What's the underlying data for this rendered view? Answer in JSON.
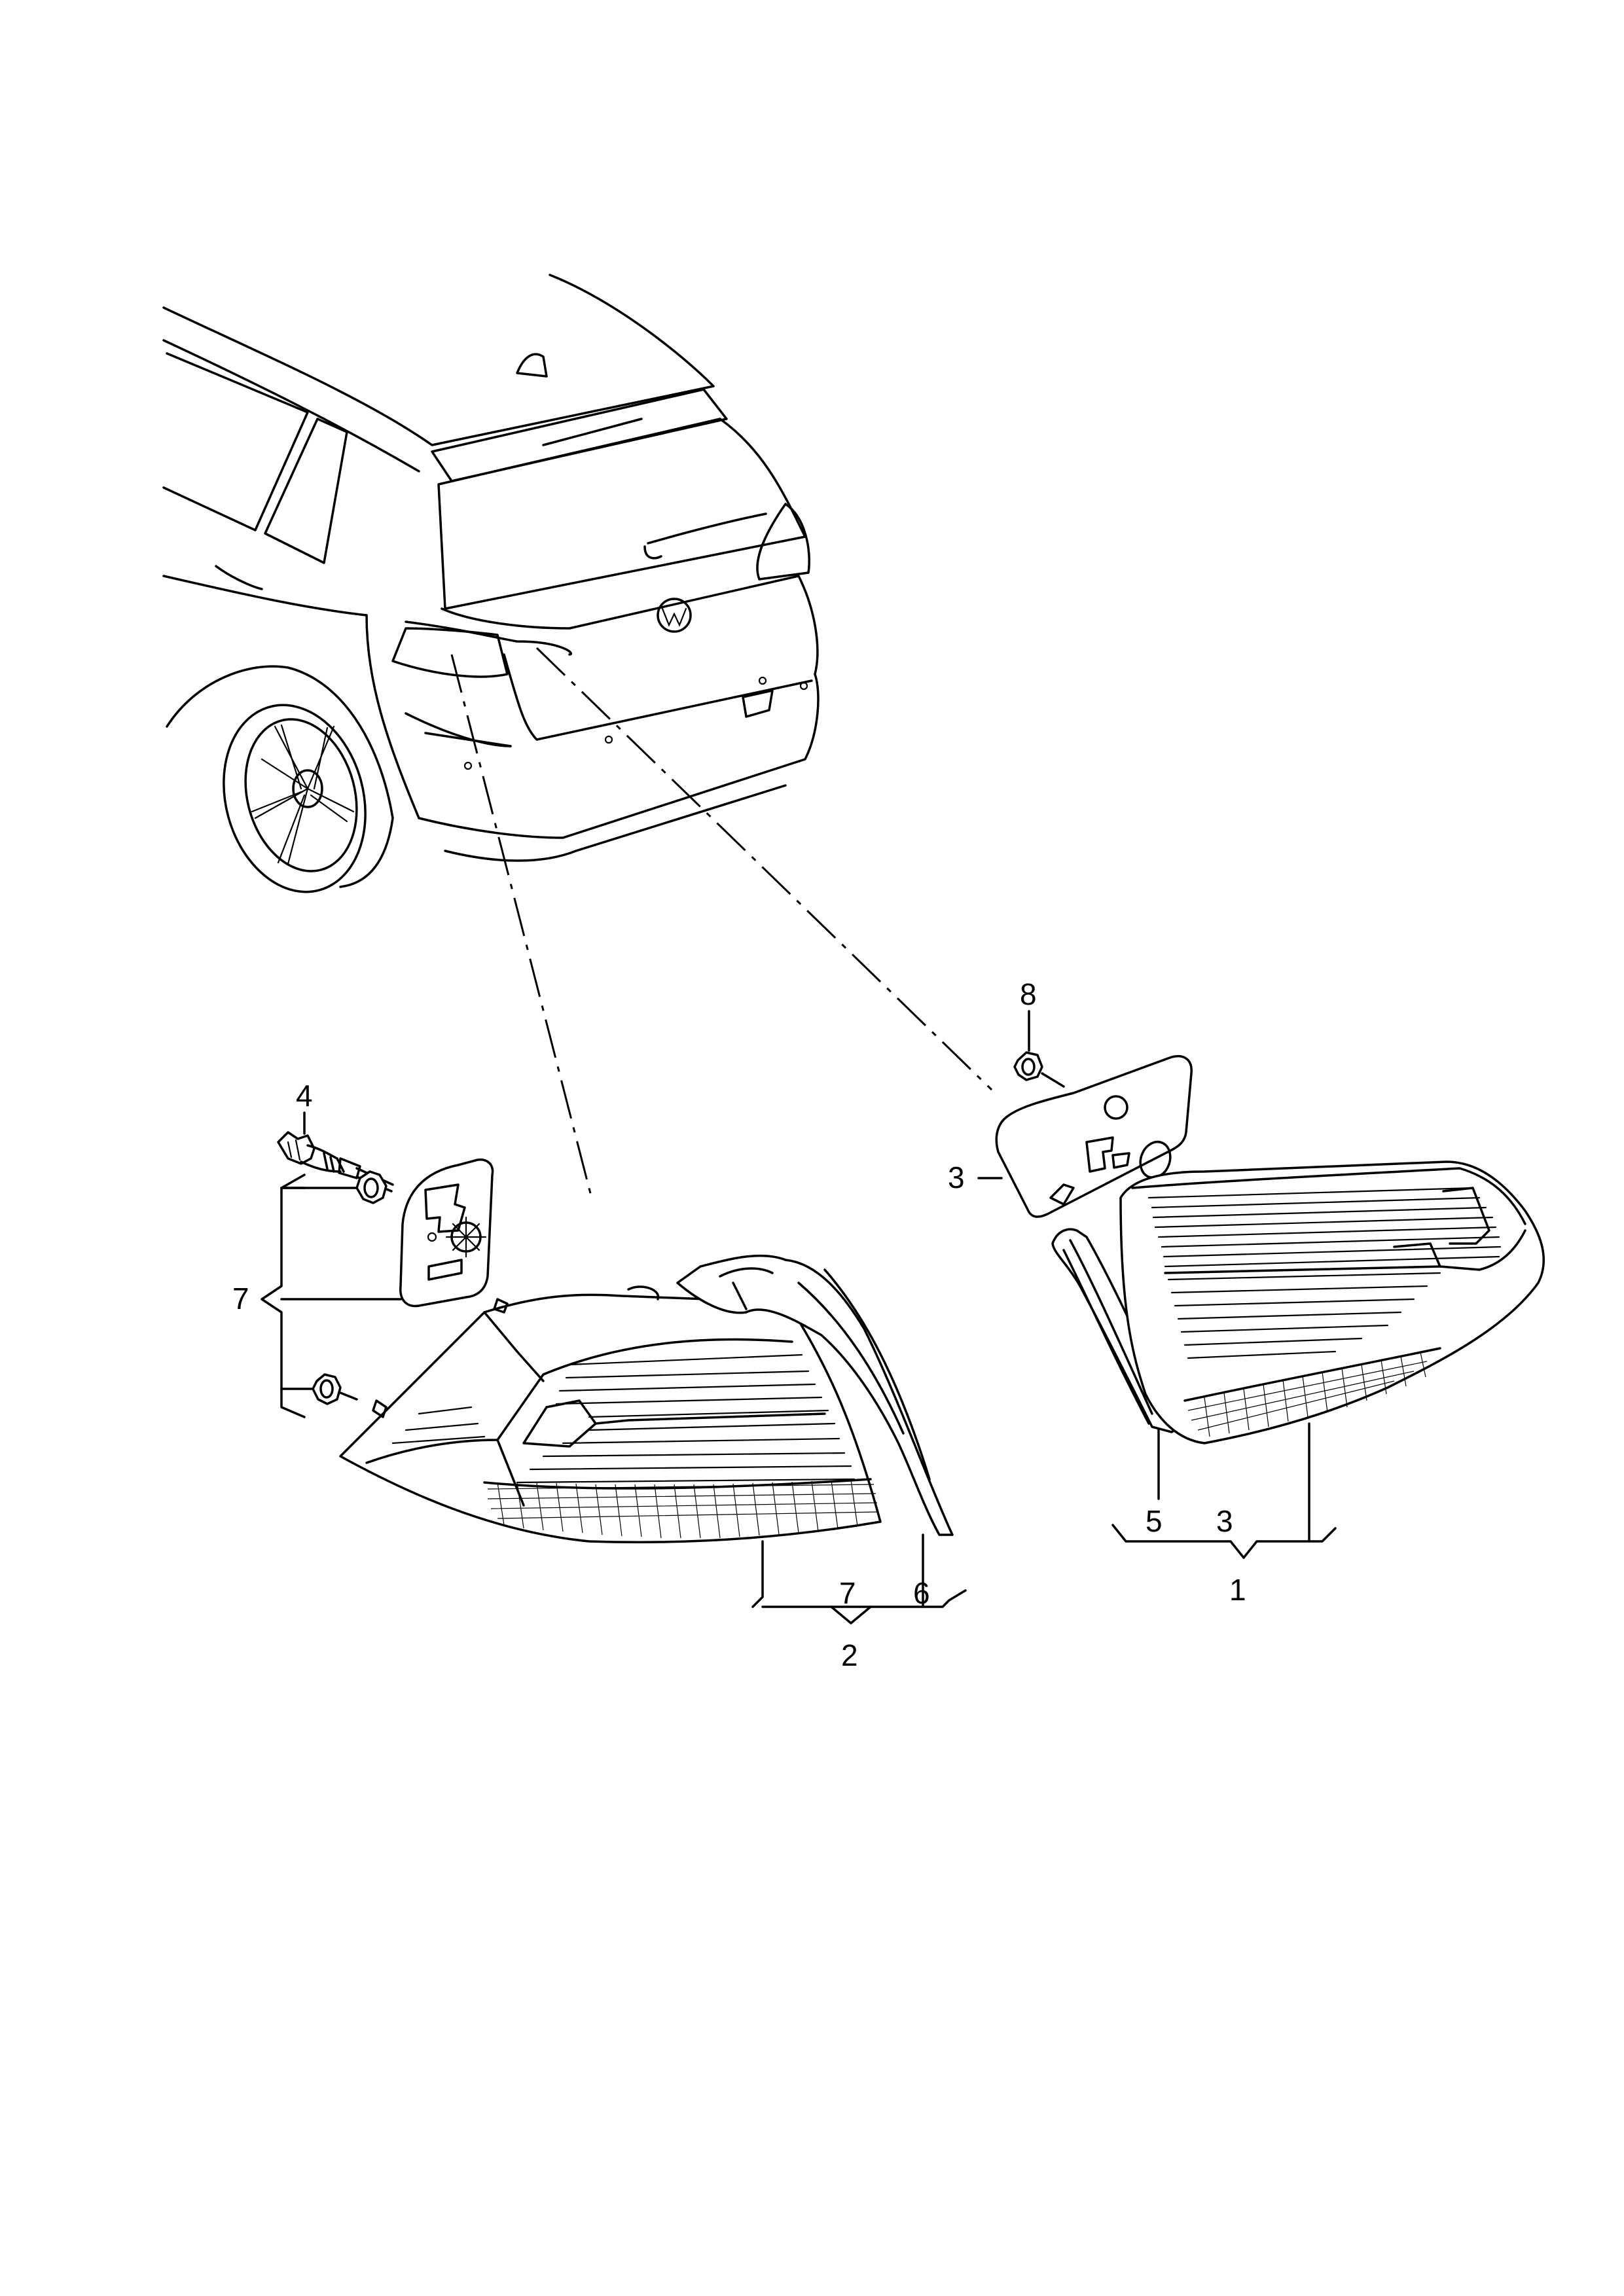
{
  "callouts": {
    "c1": "1",
    "c2": "2",
    "c3_left": "3",
    "c3_right": "3",
    "c4": "4",
    "c5": "5",
    "c6": "6",
    "c7_left": "7",
    "c7_bottom": "7",
    "c8": "8"
  }
}
